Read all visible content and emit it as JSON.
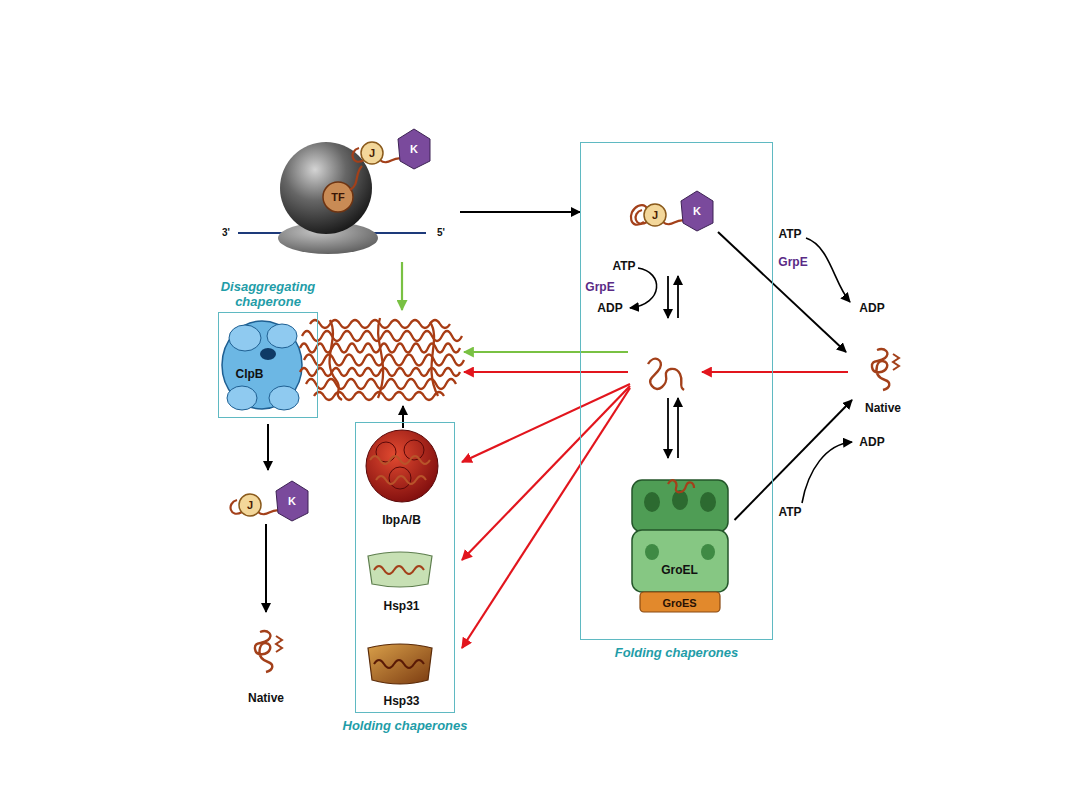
{
  "diagram": {
    "nodes": [
      {
        "text": [
          "TF"
        ]
      },
      {
        "text": [
          "Disaggregating chaperone"
        ]
      },
      {
        "text": [
          "ClpB"
        ],
        "in": 1
      },
      {
        "text": [
          "Folding chaperones"
        ]
      },
      {
        "text": [
          "GroEL",
          "GroES"
        ],
        "in": 3
      },
      {
        "text": [
          "Native"
        ]
      },
      {
        "text": [
          "Holding chaperones"
        ]
      },
      {
        "text": [
          "IbpA/B"
        ],
        "in": 6
      },
      {
        "text": [
          "Hsp31"
        ],
        "in": 6
      },
      {
        "text": [
          "Hsp33"
        ],
        "in": 6
      },
      {
        "text": [
          "Native"
        ]
      }
    ],
    "edges": [
      {
        "from": 0,
        "to": 3,
        "arrow": "to"
      },
      {
        "from": 4,
        "to": 5,
        "arrow": "to"
      }
    ],
    "labels": [
      "3'",
      "5'",
      "J",
      "K",
      "J",
      "K",
      "ATP",
      "GrpE",
      "ADP",
      "ATP",
      "GrpE",
      "ADP",
      "ADP",
      "ATP",
      "J",
      "K"
    ]
  }
}
